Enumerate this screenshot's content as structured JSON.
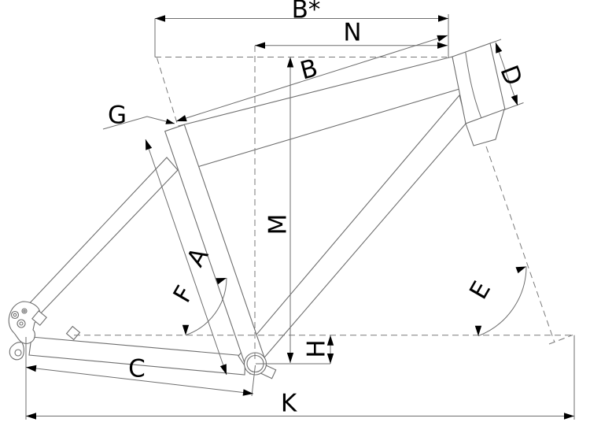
{
  "labels": {
    "b_star": "B*",
    "n": "N",
    "b": "B",
    "g": "G",
    "d": "D",
    "a": "A",
    "f": "F",
    "m": "M",
    "e": "E",
    "h": "H",
    "c": "C",
    "k": "K"
  },
  "colors": {
    "frame_line": "#6e6e6e",
    "construction_dash": "#7a7a7a",
    "arrow": "#000000",
    "text": "#000000",
    "background": "#ffffff"
  }
}
